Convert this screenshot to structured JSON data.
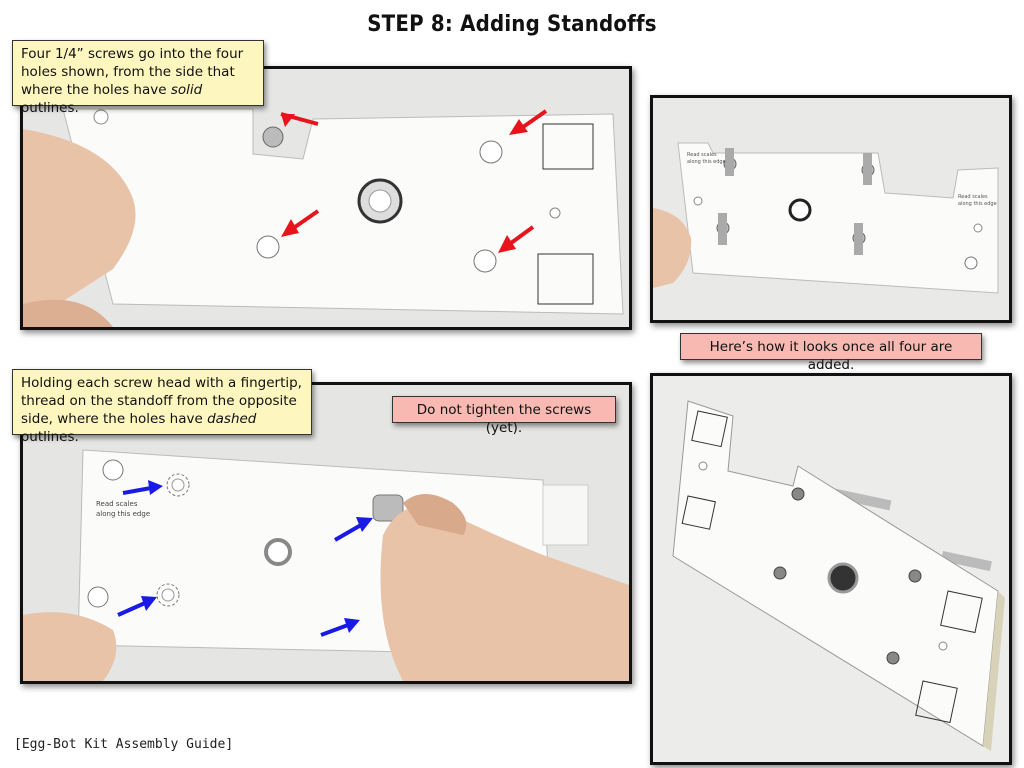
{
  "page": {
    "title": "STEP 8: Adding Standoffs",
    "footer": "[Egg-Bot Kit Assembly Guide]"
  },
  "callouts": {
    "c1": {
      "pre": "Four 1/4” screws go into the four holes shown, from the side that where the holes have ",
      "em": "solid",
      "post": " outlines."
    },
    "c2": {
      "text": "Here’s how it looks once all four are added."
    },
    "c3": {
      "pre": "Holding each screw head with a fingertip, thread on the standoff from the opposite side, where the holes have ",
      "em": "dashed",
      "post": " outlines."
    },
    "c4": {
      "text": "Do not tighten the screws (yet)."
    }
  },
  "plate_labels": {
    "read_scales_1": "Read scales",
    "read_scales_2": "along this edge"
  },
  "colors": {
    "yellow_note": "#fdf6bf",
    "pink_note": "#f7b9b1",
    "red_arrow": "#e8141c",
    "blue_arrow": "#1a1ae6"
  }
}
